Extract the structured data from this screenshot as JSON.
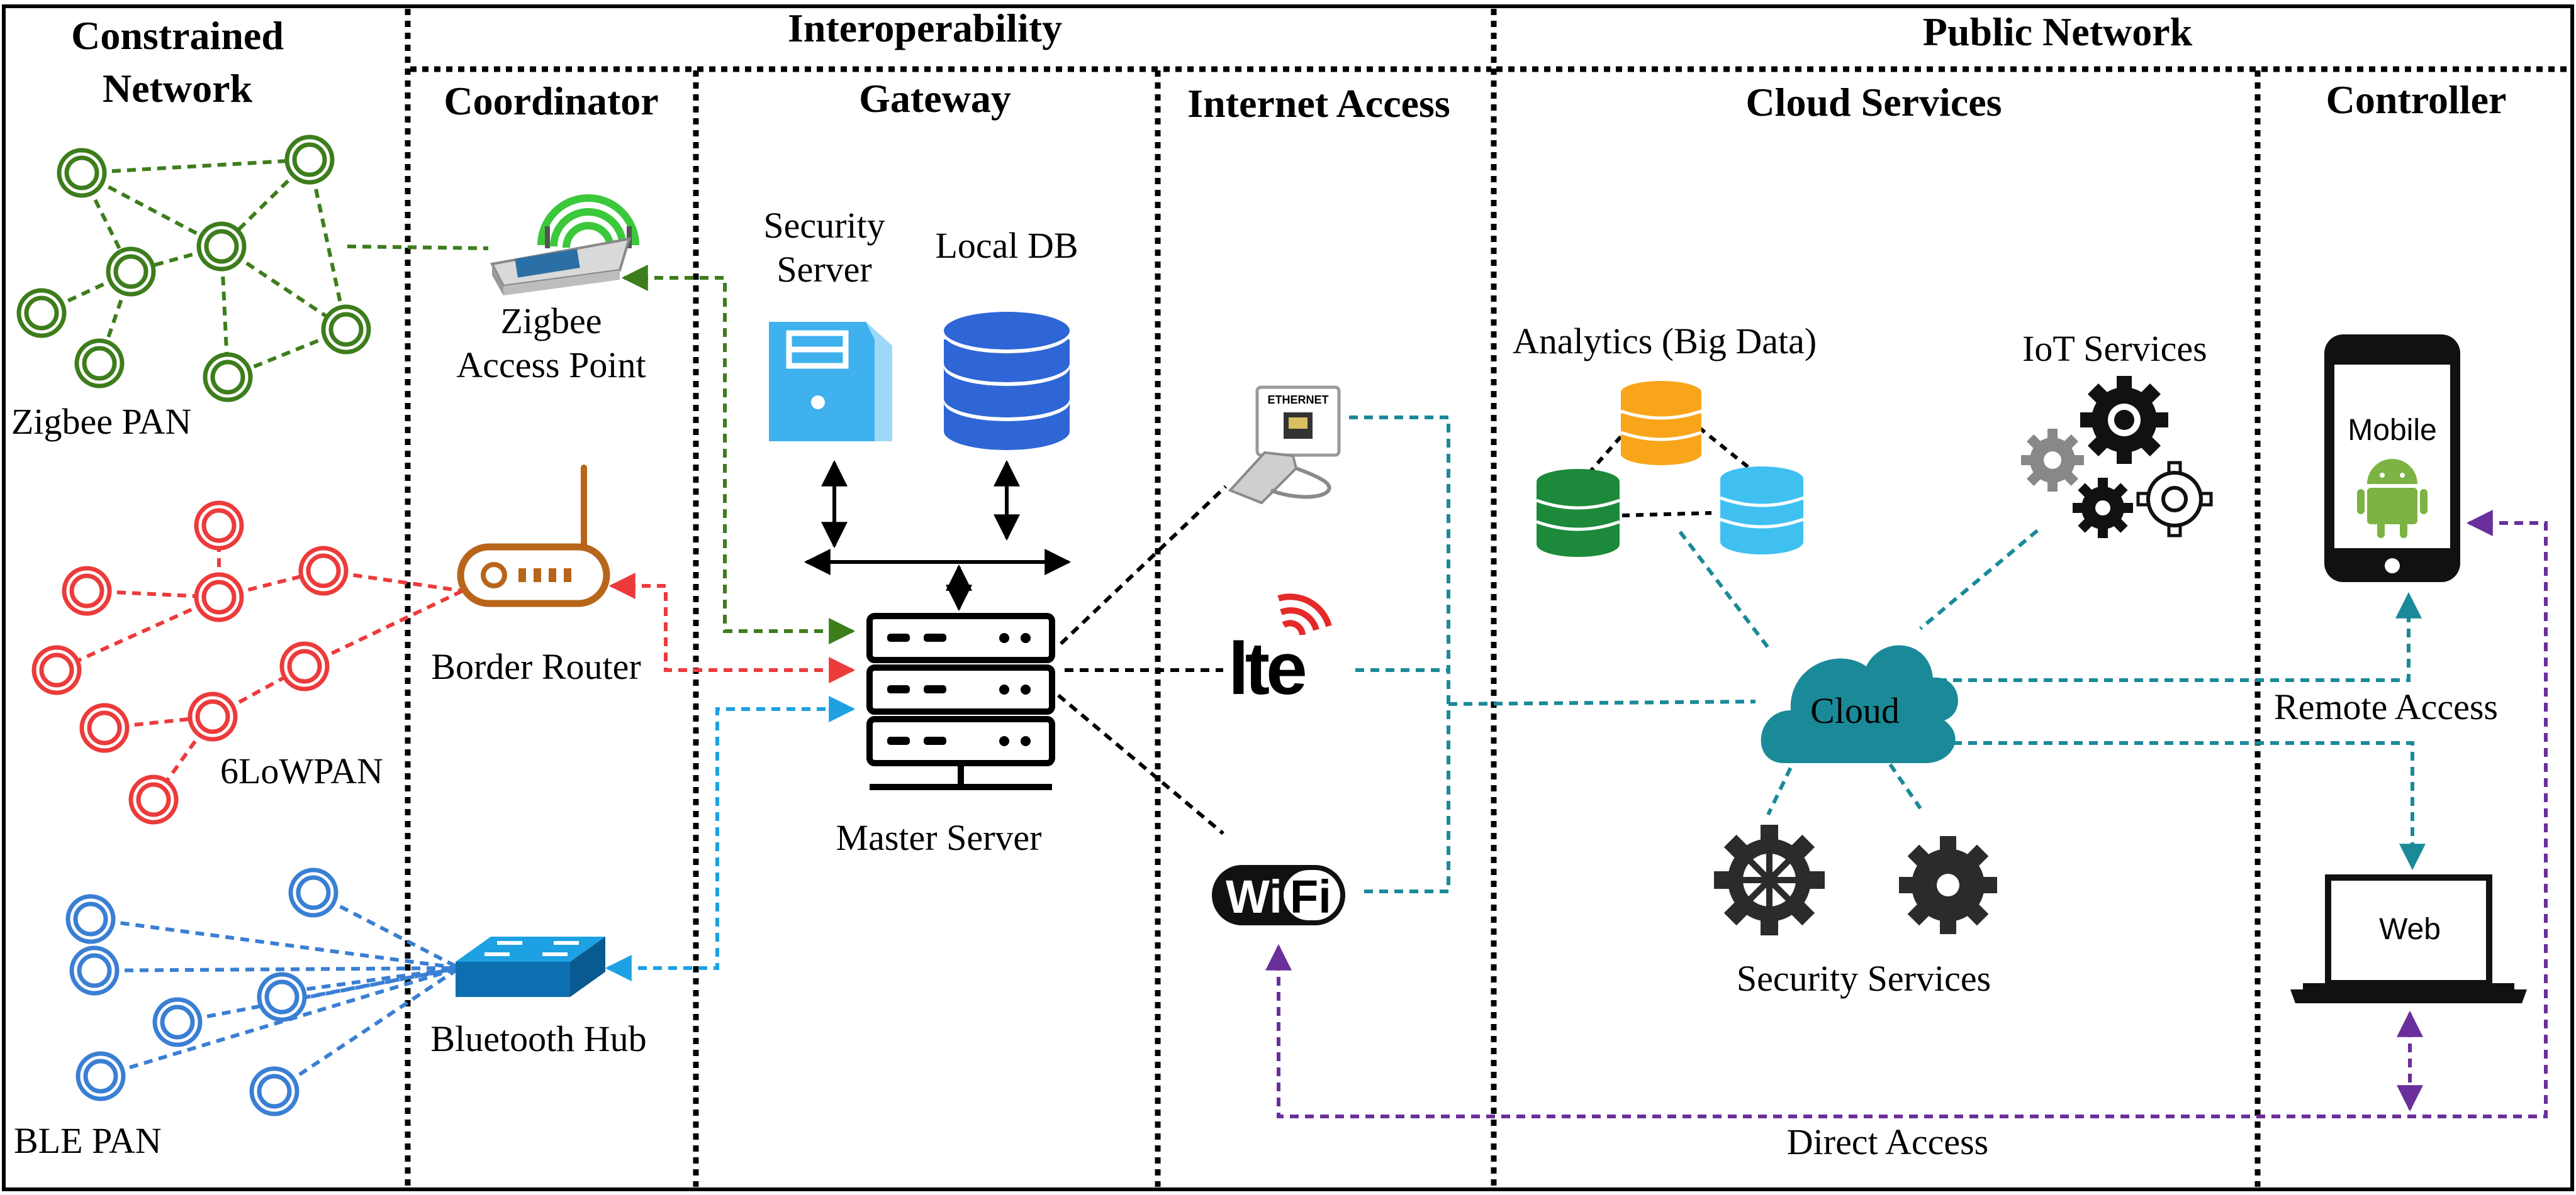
{
  "headers": {
    "constrained_line1": "Constrained",
    "constrained_line2": "Network",
    "interoperability": "Interoperability",
    "public_network": "Public Network",
    "coordinator": "Coordinator",
    "gateway": "Gateway",
    "internet_access": "Internet Access",
    "cloud_services": "Cloud Services",
    "controller": "Controller"
  },
  "networks": {
    "zigbee_pan": "Zigbee PAN",
    "sixlowpan": "6LoWPAN",
    "ble_pan": "BLE PAN"
  },
  "devices": {
    "zigbee_ap_line1": "Zigbee",
    "zigbee_ap_line2": "Access Point",
    "border_router": "Border Router",
    "bluetooth_hub": "Bluetooth Hub",
    "security_server_line1": "Security",
    "security_server_line2": "Server",
    "local_db": "Local DB",
    "master_server": "Master Server"
  },
  "internet": {
    "ethernet_badge": "ETHERNET",
    "lte_logo": "lte",
    "wifi_logo_wi": "Wi",
    "wifi_logo_fi": "Fi"
  },
  "cloud": {
    "analytics": "Analytics (Big Data)",
    "iot_services": "IoT Services",
    "cloud_label": "Cloud",
    "security_services": "Security Services"
  },
  "controller": {
    "mobile": "Mobile",
    "web": "Web",
    "remote_access": "Remote Access",
    "direct_access": "Direct Access"
  },
  "colors": {
    "zigbee_green": "#3d7d1c",
    "lowpan_red": "#ec3b3b",
    "ble_blue": "#3a7fd3",
    "cloud_teal": "#1a8a99",
    "access_purple": "#6a2f9a",
    "router_orange": "#b8651a",
    "db_orange": "#f9a51a",
    "db_green": "#1c8a3a",
    "db_lightblue": "#3fc0f0",
    "localdb_blue": "#2f66d6",
    "server_lightblue": "#3fb1ef",
    "hub_blue": "#1a7fc9",
    "android_green": "#7cb342"
  }
}
